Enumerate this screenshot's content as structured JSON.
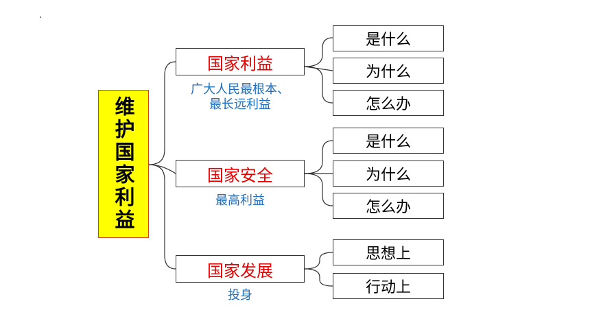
{
  "root": {
    "label": "维护国家利益"
  },
  "branches": [
    {
      "label": "国家利益",
      "note_lines": [
        "广大人民最根本、",
        "最长远利益"
      ],
      "leaves": [
        "是什么",
        "为什么",
        "怎么办"
      ]
    },
    {
      "label": "国家安全",
      "note_lines": [
        "最高利益"
      ],
      "leaves": [
        "是什么",
        "为什么",
        "怎么办"
      ]
    },
    {
      "label": "国家发展",
      "note_lines": [
        "投身"
      ],
      "leaves": [
        "思想上",
        "行动上"
      ]
    }
  ],
  "colors": {
    "branch_text": "#e60000",
    "note_text": "#1f6fbf",
    "root_fill": "#ffff00"
  }
}
